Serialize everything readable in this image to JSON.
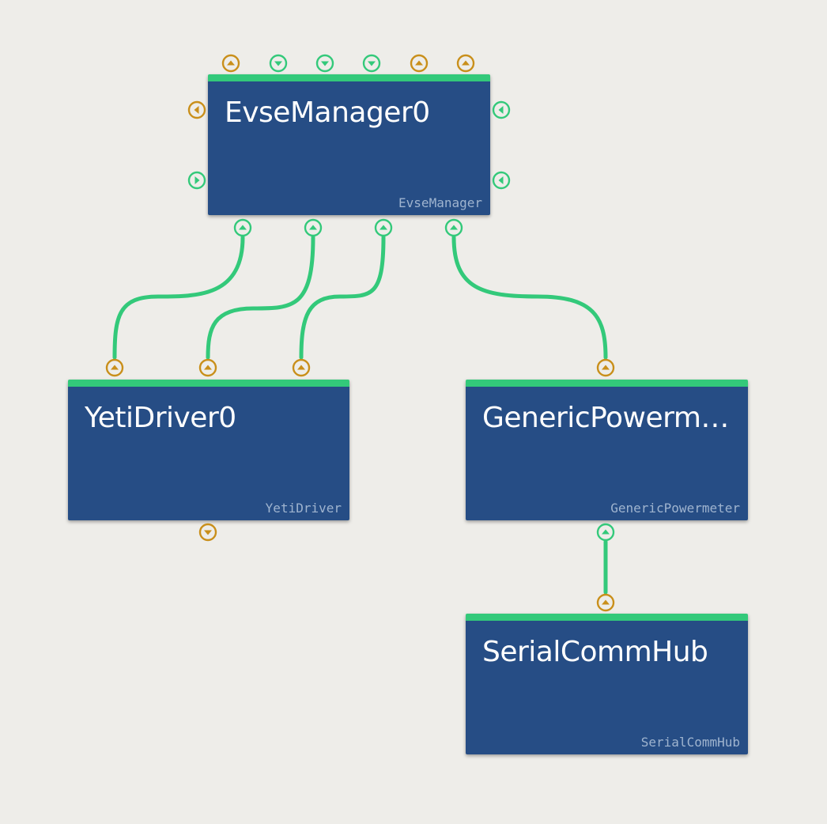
{
  "nodes": {
    "evse_manager": {
      "title": "EvseManager0",
      "type": "EvseManager"
    },
    "yeti_driver": {
      "title": "YetiDriver0",
      "type": "YetiDriver"
    },
    "generic_powermeter": {
      "title": "GenericPowerm…",
      "type": "GenericPowermeter"
    },
    "serial_comm_hub": {
      "title": "SerialCommHub",
      "type": "SerialCommHub"
    }
  },
  "colors": {
    "background": "#eeede9",
    "node_fill": "#264d85",
    "node_header": "#33c97a",
    "connection": "#33c97a",
    "requirement_port": "#c98f1a",
    "provided_port": "#33c97a",
    "title_text": "#ffffff",
    "type_text": "#9fb4cf"
  },
  "icons": {
    "port_up": "triangle-up-icon",
    "port_down": "triangle-down-icon",
    "port_left": "triangle-left-icon",
    "port_right": "triangle-right-icon"
  }
}
